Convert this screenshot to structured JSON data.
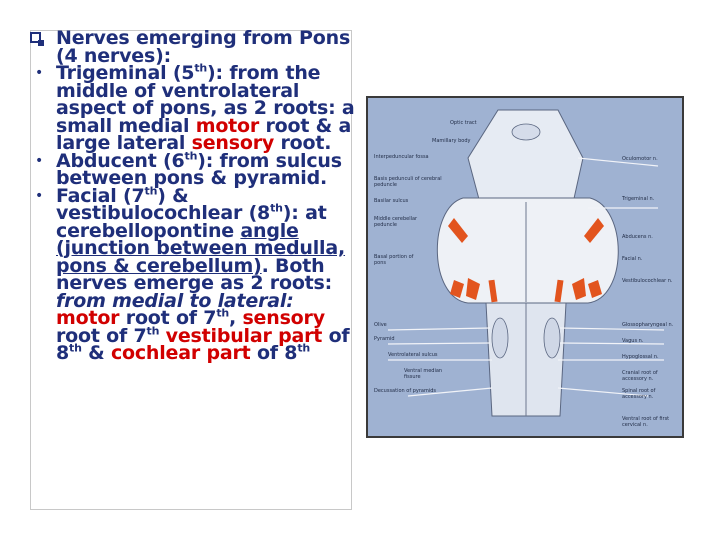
{
  "bullets": {
    "heading": "Nerves emerging from Pons (4 nerves):",
    "trigeminal": {
      "name": "Trigeminal (5",
      "sup": "th",
      "text1": "): from the middle of ventrolateral aspect of pons, as 2 roots: a small medial ",
      "motor": "motor",
      "text2": " root & a large lateral ",
      "sensory": "sensory",
      "text3": " root."
    },
    "abducent": {
      "name": "Abducent (6",
      "sup": "th",
      "text1": "): from sulcus  between pons & pyramid."
    },
    "facial": {
      "name": "Facial (7",
      "sup1": "th",
      "text1": ") & vestibulocochlear (8",
      "sup2": "th",
      "text2": "): at cerebellopontine ",
      "underlined": "angle (junction between medulla, pons & cerebellum)",
      "text3": ". Both nerves emerge as 2 roots: ",
      "italic_from": "from medial to lateral:",
      "sp1": " ",
      "motor": "motor",
      "text4": " root of 7",
      "sup3": "th",
      "text5": ", ",
      "sensory": "sensory",
      "text6": " root of 7",
      "sup4": "th",
      "vestibular": "vestibular part",
      "text7": " of 8",
      "sup5": "th",
      "text8": "  & ",
      "cochlear": "cochlear part",
      "text9": " of 8",
      "sup6": "th"
    }
  },
  "figure": {
    "labels_left": [
      "Optic tract",
      "Mamillary body",
      "Interpeduncular fossa",
      "Basis pedunculi of cerebral peduncle",
      "Basilar sulcus",
      "Middle cerebellar peduncle",
      "Basal portion of pons",
      "Olive",
      "Pyramid",
      "Ventrolateral sulcus",
      "Ventral median fissure",
      "Decussation of pyramids"
    ],
    "labels_right": [
      "Oculomotor n.",
      "Trigeminal n.",
      "Abducens n.",
      "Facial n.",
      "Vestibulocochlear n.",
      "Glossopharyngeal n.",
      "Vagus n.",
      "Hypoglossal n.",
      "Cranial root of accessory n.",
      "Spinal root of accessory n.",
      "Ventral root of first cervical n."
    ]
  },
  "colors": {
    "text": "#1f2f7a",
    "accent": "#d10000",
    "figure_bg": "#9fb2d2",
    "nerve": "#e2541e"
  }
}
